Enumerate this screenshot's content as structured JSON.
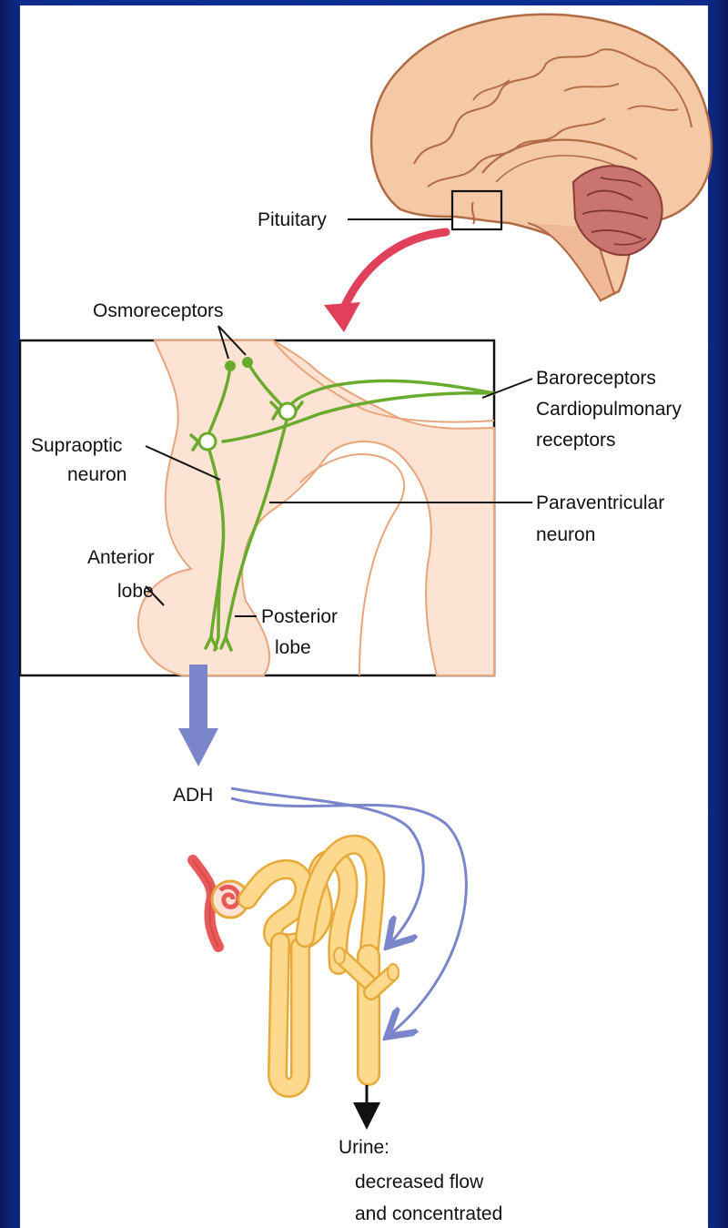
{
  "labels": {
    "pituitary": "Pituitary",
    "osmoreceptors": "Osmoreceptors",
    "baroreceptors_line1": "Baroreceptors",
    "baroreceptors_line2": "Cardiopulmonary",
    "baroreceptors_line3": "receptors",
    "supraoptic_line1": "Supraoptic",
    "supraoptic_line2": "neuron",
    "paraventricular_line1": "Paraventricular",
    "paraventricular_line2": "neuron",
    "anterior_line1": "Anterior",
    "anterior_line2": "lobe",
    "posterior_line1": "Posterior",
    "posterior_line2": "lobe",
    "adh": "ADH",
    "urine_line1": "Urine:",
    "urine_line2": "decreased flow",
    "urine_line3": "and concentrated"
  },
  "colors": {
    "background": "#0b2f96",
    "panel": "#ffffff",
    "brain_fill": "#f6c9a6",
    "brain_line": "#b06a44",
    "cerebellum": "#c9746e",
    "tissue_fill": "#fde3d3",
    "tissue_line": "#e7a57c",
    "neuron_green": "#6aab2e",
    "red_arrow": "#e0405a",
    "blue_arrow": "#7b85c9",
    "nephron_fill": "#fcd98c",
    "nephron_line": "#e6a93a",
    "glomerulus": "#e85a5a"
  }
}
